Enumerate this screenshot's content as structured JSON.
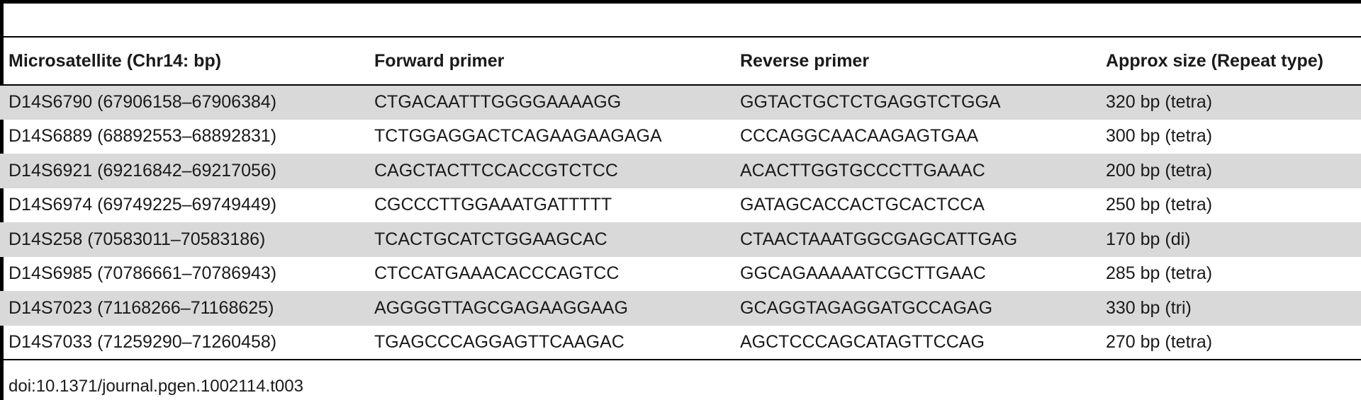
{
  "table": {
    "headers": [
      "Microsatellite (Chr14: bp)",
      "Forward primer",
      "Reverse primer",
      "Approx size (Repeat type)"
    ],
    "rows": [
      [
        "D14S6790 (67906158–67906384)",
        "CTGACAATTTGGGGAAAAGG",
        "GGTACTGCTCTGAGGTCTGGA",
        "320 bp (tetra)"
      ],
      [
        "D14S6889 (68892553–68892831)",
        "TCTGGAGGACTCAGAAGAAGAGA",
        "CCCAGGCAACAAGAGTGAA",
        "300 bp (tetra)"
      ],
      [
        "D14S6921 (69216842–69217056)",
        "CAGCTACTTCCACCGTCTCC",
        "ACACTTGGTGCCCTTGAAAC",
        "200 bp (tetra)"
      ],
      [
        "D14S6974 (69749225–69749449)",
        "CGCCCTTGGAAATGATTTTT",
        "GATAGCACCACTGCACTCCA",
        "250 bp (tetra)"
      ],
      [
        "D14S258 (70583011–70583186)",
        "TCACTGCATCTGGAAGCAC",
        "CTAACTAAATGGCGAGCATTGAG",
        "170 bp (di)"
      ],
      [
        "D14S6985 (70786661–70786943)",
        "CTCCATGAAACACCCAGTCC",
        "GGCAGAAAAATCGCTTGAAC",
        "285 bp (tetra)"
      ],
      [
        "D14S7023 (71168266–71168625)",
        "AGGGGTTAGCGAGAAGGAAG",
        "GCAGGTAGAGGATGCCAGAG",
        "330 bp (tri)"
      ],
      [
        "D14S7033 (71259290–71260458)",
        "TGAGCCCAGGAGTTCAAGAC",
        "AGCTCCCAGCATAGTTCCAG",
        "270 bp (tetra)"
      ]
    ]
  },
  "footer": {
    "doi": "doi:10.1371/journal.pgen.1002114.t003"
  },
  "colors": {
    "rule": "#000000",
    "row_shade": "#d9d9d9",
    "text": "#1a1a1a"
  }
}
